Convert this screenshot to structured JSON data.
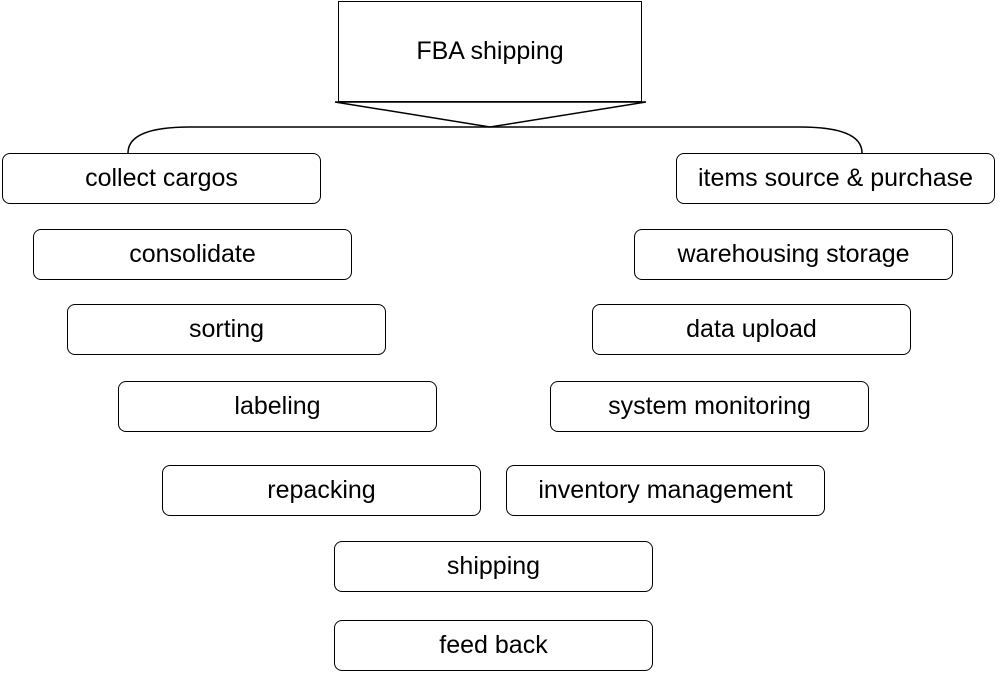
{
  "title": "FBA shipping",
  "left_branch": [
    "collect cargos",
    "consolidate",
    "sorting",
    "labeling",
    "repacking"
  ],
  "right_branch": [
    "items source & purchase",
    "warehousing storage",
    "data upload",
    "system monitoring",
    "inventory management"
  ],
  "bottom_flow": [
    "shipping",
    "feed back"
  ]
}
